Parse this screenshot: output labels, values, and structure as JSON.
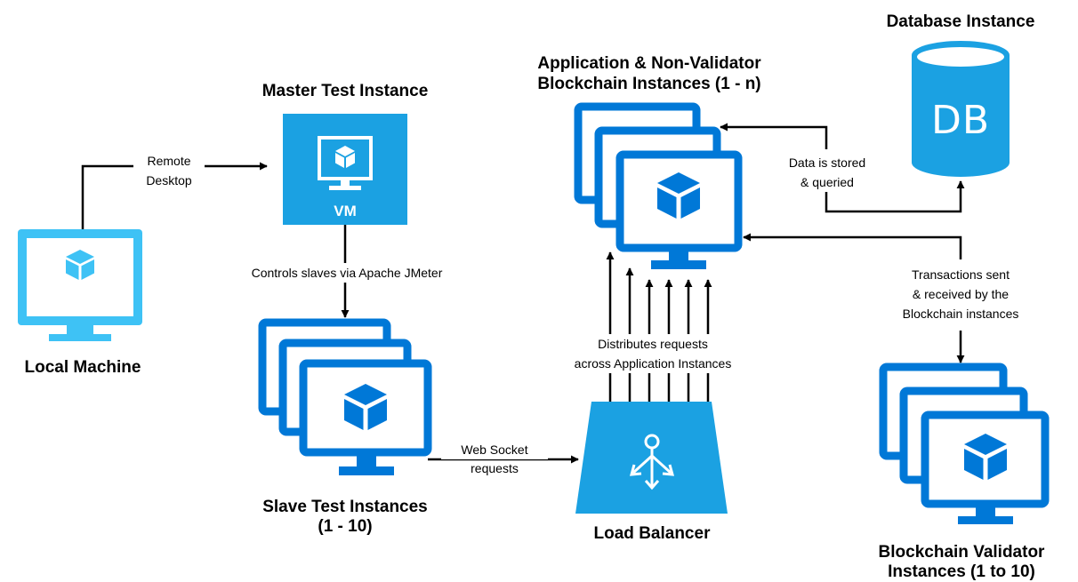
{
  "nodes": {
    "local_machine": {
      "title": "Local Machine"
    },
    "master_test": {
      "title": "Master Test Instance",
      "badge": "VM"
    },
    "slave_test": {
      "title_line1": "Slave Test Instances",
      "title_line2": "(1 - 10)"
    },
    "app_instances": {
      "title_line1": "Application & Non-Validator",
      "title_line2": "Blockchain Instances (1 - n)"
    },
    "database": {
      "title": "Database Instance",
      "badge": "DB"
    },
    "load_balancer": {
      "title": "Load Balancer"
    },
    "validator": {
      "title_line1": "Blockchain Validator",
      "title_line2": "Instances (1 to 10)"
    }
  },
  "edges": {
    "remote_desktop": {
      "line1": "Remote",
      "line2": "Desktop"
    },
    "controls_slaves": {
      "label": "Controls slaves via Apache JMeter"
    },
    "web_socket": {
      "line1": "Web Socket",
      "line2": "requests"
    },
    "distributes": {
      "line1": "Distributes requests",
      "line2": "across Application Instances"
    },
    "data_stored": {
      "line1": "Data is stored",
      "line2": "& queried"
    },
    "transactions": {
      "line1": "Transactions sent",
      "line2": "& received by the",
      "line3": "Blockchain instances"
    }
  },
  "colors": {
    "primary": "#0078d7",
    "light": "#3ec2f5",
    "accent": "#1ba1e2",
    "line": "#000000"
  },
  "icons": [
    "monitor-cube-icon",
    "vm-icon",
    "database-icon",
    "load-balancer-icon",
    "arrow-icon"
  ]
}
